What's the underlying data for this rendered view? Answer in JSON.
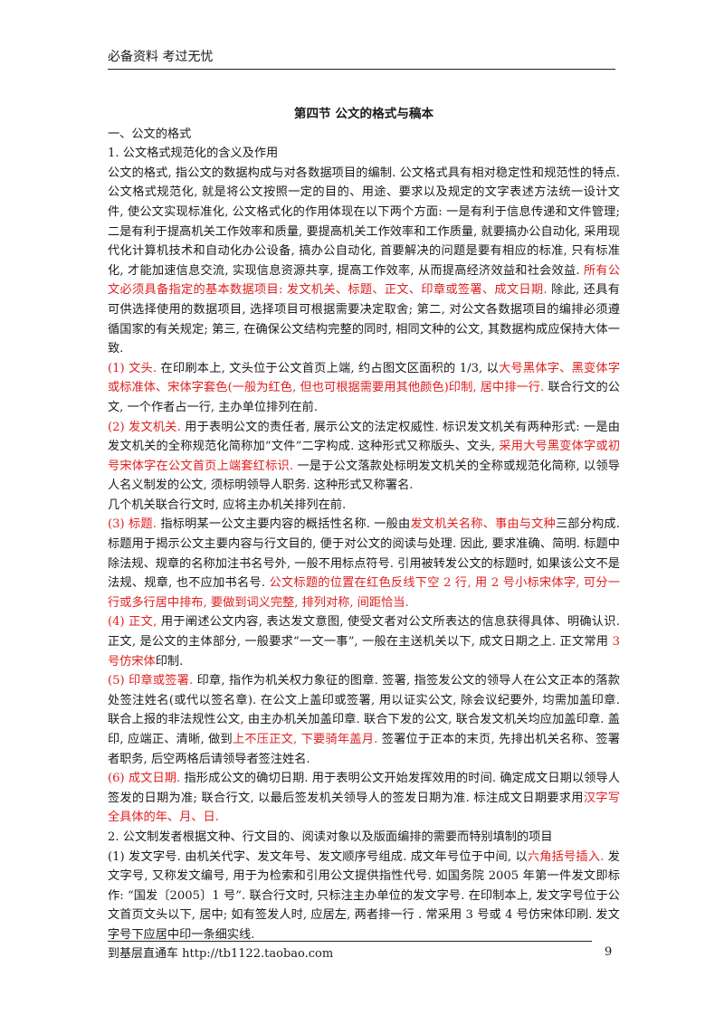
{
  "header": {
    "text": "必备资料  考过无忧"
  },
  "title": "第四节     公文的格式与稿本",
  "lines": {
    "l1": "一、公文的格式",
    "l2": "1. 公文格式规范化的含义及作用",
    "p1a": "公文的格式, 指公文的数据构成与对各数据项目的编制. 公文格式具有相对稳定性和规范性的特点. 公文格式规范化, 就是将公文按照一定的目的、用途、要求以及规定的文字表述方法统一设计文件, 使公文实现标准化, 公文格式化的作用体现在以下两个方面: 一是有利于信息传递和文件管理; 二是有利于提高机关工作效率和质量, 要提高机关工作效率和工作质量, 就要搞办公自动化, 采用现代化计算机技术和自动化办公设备, 搞办公自动化, 首要解决的问题是要有相应的标准, 只有标准化, 才能加速信息交流, 实现信息资源共享, 提高工作效率, 从而提高经济效益和社会效益. ",
    "p1b": "所有公文必须具备指定的基本数据项目: 发文机关、标题、正文、印章或签署、成文日期.",
    "p1c": " 除此, 还具有可供选择使用的数据项目, 选择项目可根据需要决定取舍; 第二, 对公文各数据项目的编排必须遵循国家的有关规定; 第三, 在确保公文结构完整的同时, 相同文种的公文, 其数据构成应保持大体一致.",
    "p2a": "(1) 文头.",
    "p2b": " 在印刷本上, 文头位于公文首页上端, 约占图文区面积的 1/3, 以",
    "p2c": "大号黑体字、黑变体字或标准体、宋体字套色(一般为红色, 但也可根据需要用其他颜色)印制, 居中排一行.",
    "p2d": " 联合行文的公文, 一个作者占一行, 主办单位排列在前.",
    "p3a": "(2) 发文机关.",
    "p3b": " 用于表明公文的责任者, 展示公文的法定权威性. 标识发文机关有两种形式: 一是由发文机关的全称规范化简称加“文件”二字构成. 这种形式又称版头、文头, ",
    "p3c": "采用大号黑变体字或初号宋体字在公文首页上端套红标识.",
    "p3d": " 一是于公文落款处标明发文机关的全称或规范化简称, 以领导人名义制发的公文, 须标明领导人职务. 这种形式又称署名.",
    "p4": "几个机关联合行文时, 应将主办机关排列在前.",
    "p5a": "(3) 标题.",
    "p5b": " 指标明某一公文主要内容的概括性名称. 一般由",
    "p5c": "发文机关名称、事由与文种",
    "p5d": "三部分构成. 标题用于揭示公文主要内容与行文目的, 便于对公文的阅读与处理. 因此, 要求准确、简明. 标题中除法规、规章的名称加注书名号外, 一般不用标点符号. 引用被转发公文的标题时, 如果该公文不是法规、规章, 也不应加书名号. ",
    "p5e": "公文标题的位置在红色反线下空 2 行, 用 2 号小标宋体字, 可分一行或多行居中排布, 要做到词义完整, 排列对称, 间距恰当.",
    "p6a": "(4) 正文,",
    "p6b": " 用于阐述公文内容, 表达发文意图, 使受文者对公文所表达的信息获得具体、明确认识. 正文, 是公文的主体部分, 一般要求“一文一事”, 一般在主送机关以下, 成文日期之上. 正文常用 ",
    "p6c": "3 号仿宋体",
    "p6d": "印制.",
    "p7a": "(5) 印章或签署.",
    "p7b": " 印章, 指作为机关权力象征的图章. 签署, 指签发公文的领导人在公文正本的落款处签注姓名(或代以签名章). 在公文上盖印或签署, 用以证实公文, 除会议纪要外, 均需加盖印章. 联合上报的非法规性公文, 由主办机关加盖印章. 联合下发的公文, 联合发文机关均应加盖印章. 盖印, 应端正、清晰, 做到",
    "p7c": "上不压正文, 下要骑年盖月.",
    "p7d": " 签署位于正本的末页, 先排出机关名称、签署者职务, 后空两格后请领导者签注姓名.",
    "p8a": "(6) 成文日期.",
    "p8b": " 指形成公文的确切日期. 用于表明公文开始发挥效用的时间. 确定成文日期以领导人签发的日期为准; 联合行文, 以最后签发机关领导人的签发日期为准. 标注成文日期要求用",
    "p8c": "汉字写全具体的年、月、日.",
    "l9": "2. 公文制发者根据文种、行文目的、阅读对象以及版面编排的需要而特别填制的项目",
    "p10a": "(1) 发文字号. 由机关代字、发文年号、发文顺序号组成. 成文年号位于中间, 以",
    "p10b": "六角括号插入.",
    "p10c": " 发文字号, 又称发文编号, 用于为检索和引用公文提供指性代号. 如国务院 2005 年第一件发文即标作: “国发〔2005〕1 号”. 联合行文时, 只标注主办单位的发文字号. 在印制本上, 发文字号位于公文首页文头以下, 居中; 如有签发人时, 应居左, 两者排一行  . 常采用 3 号或 4 号仿宋体印刷. 发文字号下应居中印一条细实线."
  },
  "footer": {
    "text": "到基层直通车 http://tb1122.taobao.com",
    "page": "9"
  },
  "colors": {
    "emphasis": "#e02020",
    "text": "#1a1a1a"
  }
}
